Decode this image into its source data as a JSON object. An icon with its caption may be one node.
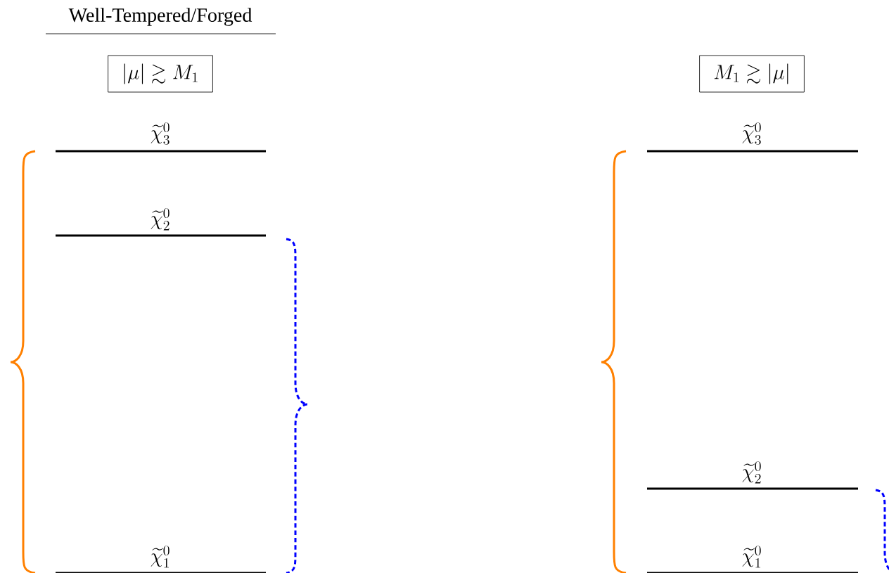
{
  "diagram": {
    "title": "Well-Tempered/Forged",
    "nodes": [
      {
        "text": [
          "|\\mu| \\gtrsim M_1"
        ]
      },
      {
        "text": [
          "M_1 \\gtrsim |\\mu|"
        ]
      }
    ],
    "labels": [
      "\\widetilde{\\chi}^0_3",
      "\\widetilde{\\chi}^0_3",
      "\\widetilde{\\chi}^0_2",
      "\\widetilde{\\chi}^0_2",
      "\\widetilde{\\chi}^0_1",
      "\\widetilde{\\chi}^0_1"
    ]
  }
}
